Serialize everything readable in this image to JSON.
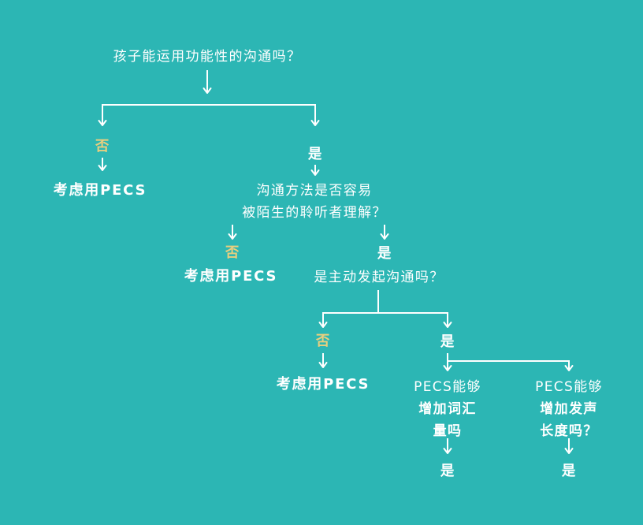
{
  "colors": {
    "background": "#2cb6b4",
    "line": "#ffffff",
    "text": "#ffffff",
    "no_highlight": "#e9cf7e"
  },
  "nodes": {
    "q1": "孩子能运用功能性的沟通吗？",
    "no1": "否",
    "yes1": "是",
    "pecs1": "考虑用PECS",
    "q2_line1": "沟通方法是否容易",
    "q2_line2": "被陌生的聆听者理解？",
    "no2": "否",
    "yes2": "是",
    "pecs2": "考虑用PECS",
    "q3": "是主动发起沟通吗？",
    "no3": "否",
    "yes3": "是",
    "pecs3": "考虑用PECS",
    "q4a_line1": "PECS能够",
    "q4a_line2": "增加词汇",
    "q4a_line3": "量吗",
    "yes4a": "是",
    "q4b_line1": "PECS能够",
    "q4b_line2": "增加发声",
    "q4b_line3": "长度吗？",
    "yes4b": "是"
  }
}
